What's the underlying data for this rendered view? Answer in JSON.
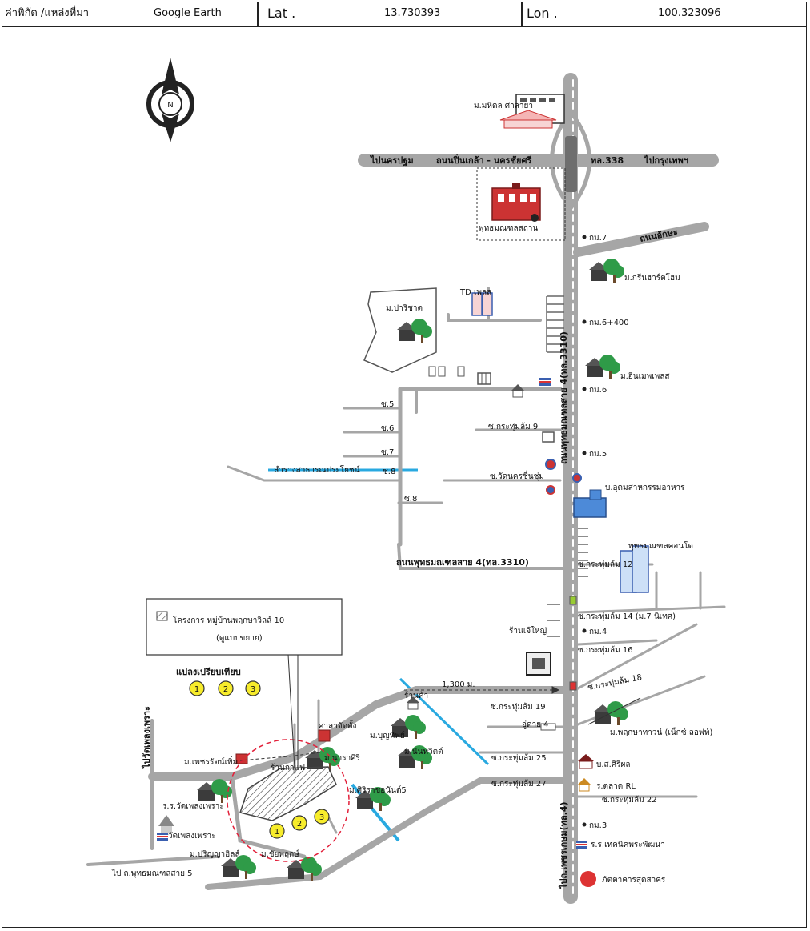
{
  "header": {
    "source_label": "ค่าพิกัด /แหล่งที่มา",
    "source_value": "Google Earth",
    "lat_label": "Lat .",
    "lat_value": "13.730393",
    "lon_label": "Lon .",
    "lon_value": "100.323096"
  },
  "compass": {
    "letter": "N"
  },
  "roads": {
    "main_road_top": "ไปนครปฐม",
    "main_road_name": "ถนนปิ่นเกล้า - นครชัยศรี",
    "main_road_code": "ทล.338",
    "main_road_to": "ไปกรุงเทพฯ",
    "aksa_road": "ถนนอักษะ",
    "vertical_road": "ถนนพุทธมณฑลสาย 4(ทล.3310)",
    "vertical_road_bottom": "ไปถ.เพชรเกษม(ทล.4)",
    "middle_road": "ถนนพุทธมณฑลสาย 4(ทล.3310)",
    "left_road": "ไปวัดเพลงเพราะ",
    "bottom_left_road": "ไป ถ.พุทธมณฑลสาย 5",
    "canal": "ลำรางสาธารณประโยชน์",
    "distance": "1,300 ม."
  },
  "places": {
    "mahidol": "ม.มหิดล ศาลายา",
    "phutthamonthon": "พุทธมณฑลสถาน",
    "greenhart": "ม.กรีนฮาร์ตโฮม",
    "td": "TD เพลส",
    "pariyat": "ม.ปาริชาต",
    "inmai": "ม.อินเมพเพลส",
    "soi_krathum_9": "ซ.กระทุ่มล้ม 9",
    "wat": "ซ.วัดนครชื่นชุ่ม",
    "udom": "บ.อุดมสาหกรรมอาหาร",
    "condo": "พุทธมณฑลคอนโด",
    "soi_12": "ซ.กระทุ่มล้ม 12",
    "soi_14": "ซ.กระทุ่มล้ม 14 (ม.7 นิเทศ)",
    "soi_16": "ซ.กระทุ่มล้ม 16",
    "soi_18": "ซ.กระทุ่มล้ม 18",
    "soi_19": "ซ.กระทุ่มล้ม 19",
    "soi_25": "ซ.กระทุ่มล้ม 25",
    "soi_27": "ซ.กระทุ่มล้ม 27",
    "soi_22": "ซ.กระทุ่มล้ม 22",
    "shop_big": "ร้านเจ๊ใหญ่",
    "shop_small": "ร้านค้า",
    "rutai": "อู่ดาย 4",
    "pruksa_town": "ม.พฤกษาทาวน์ (เน็กซ์ ลอฟท์)",
    "boonthip": "ม.บุญทิพย์",
    "nanthawit": "ม.นันทวิตต์",
    "suwan": "บ.ส.ศิริผล",
    "shop_rl": "ร.ตลาด RL",
    "rimthang": "ม.ศิริราชอนันต์5",
    "prinya": "ม.ปริญญาฮิลล์",
    "school": "ร.ร.เทคนิคพระพัฒนา",
    "hospital": "ภัตตาคารสุดสาคร",
    "tarachai": "ม.นาราศิริ",
    "phetsiri": "ม.เพชรรัตน์เพิ่ม",
    "wat_phleng": "ร.ร.วัดเพลงเพราะ",
    "wat_phleng2": "วัดเพลงเพราะ",
    "kidee": "ม.ชัยพฤกษ์",
    "shop_cafe": "ร้านกาแฟ",
    "sala": "ศาลาจัดตั้ง"
  },
  "km_markers": [
    "กม.7",
    "กม.6+400",
    "กม.6",
    "กม.5",
    "กม.4",
    "กม.3"
  ],
  "soi_numbers": [
    "ซ.5",
    "ซ.6",
    "ซ.7",
    "ซ.8",
    "ซ.8"
  ],
  "legend": {
    "project": "โครงการ หมู่บ้านพฤกษาวิลล์ 10",
    "project_sub": "(ดูแบบขยาย)",
    "comparison": "แปลงเปรียบเทียบ",
    "markers": [
      "1",
      "2",
      "3"
    ]
  },
  "colors": {
    "road": "#a6a6a6",
    "road_dark": "#808080",
    "canal": "#29a9e0",
    "circle": "#e2203a",
    "marker_fill": "#f7ec2b",
    "tree": "#2f9b48",
    "house_red": "#c33"
  }
}
